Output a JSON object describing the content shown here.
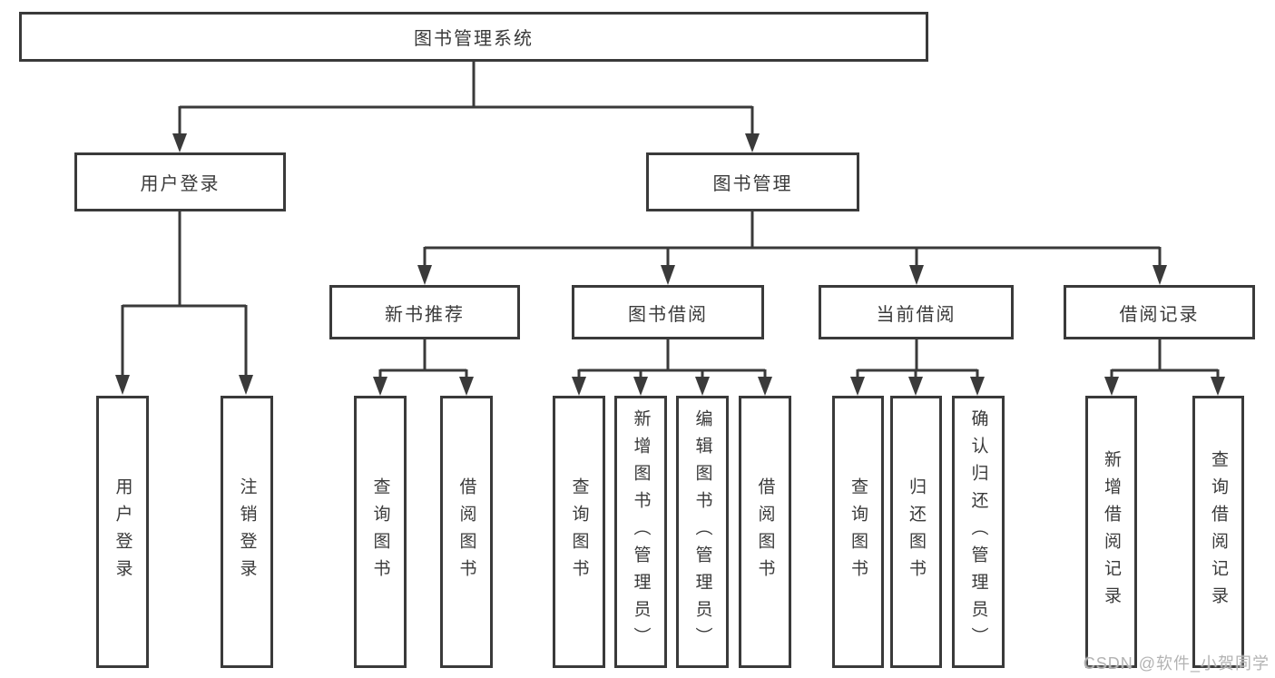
{
  "tree": {
    "root": {
      "label": "图书管理系统"
    },
    "branches": [
      {
        "label": "用户登录",
        "children": [
          {
            "label": "用户登录"
          },
          {
            "label": "注销登录"
          }
        ]
      },
      {
        "label": "图书管理",
        "children": [
          {
            "label": "新书推荐",
            "children": [
              {
                "label": "查询图书"
              },
              {
                "label": "借阅图书"
              }
            ]
          },
          {
            "label": "图书借阅",
            "children": [
              {
                "label": "查询图书"
              },
              {
                "label": "新增图书（管理员）"
              },
              {
                "label": "编辑图书（管理员）"
              },
              {
                "label": "借阅图书"
              }
            ]
          },
          {
            "label": "当前借阅",
            "children": [
              {
                "label": "查询图书"
              },
              {
                "label": "归还图书"
              },
              {
                "label": "确认归还（管理员）"
              }
            ]
          },
          {
            "label": "借阅记录",
            "children": [
              {
                "label": "新增借阅记录"
              },
              {
                "label": "查询借阅记录"
              }
            ]
          }
        ]
      }
    ]
  },
  "watermark": {
    "text": "CSDN @软件_小贺同学"
  },
  "colors": {
    "line": "#3a3a3a",
    "text": "#3a3a3a",
    "background": "#ffffff",
    "watermark": "#b3b3b3"
  }
}
